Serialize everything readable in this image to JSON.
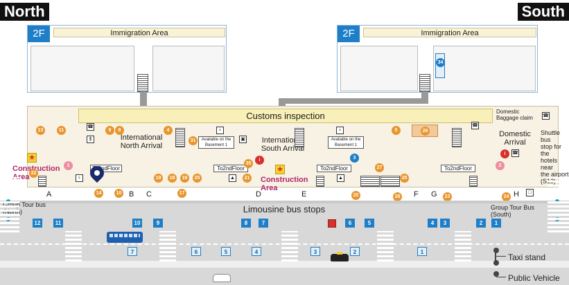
{
  "directions": {
    "north": "North",
    "south": "South"
  },
  "floor2": {
    "tag": "2F",
    "north_area": "Immigration Area",
    "south_area": "Immigration Area",
    "south_badge": "34"
  },
  "terminal": {
    "customs": "Customs  inspection",
    "domestic_baggage": "Domestic\nBaggage claim",
    "intl_north": "International\nNorth Arrival",
    "intl_south": "International\nSouth Arrival",
    "domestic_arrival": "Domestic\nArrival",
    "basement_note": "Available on the\nBasement 1",
    "to_2nd_floor": "To2ndFloor",
    "construction": "Construction\nArea",
    "shuttle": "Shuttle bus\nstop for the\nhotels near\nthe airport\n(S12)"
  },
  "gates": [
    "A",
    "B",
    "C",
    "D",
    "E",
    "F",
    "G",
    "H"
  ],
  "counters": [
    "13",
    "11",
    "9",
    "8",
    "4",
    "31",
    "35",
    "21",
    "26",
    "5",
    "27",
    "25",
    "22",
    "14",
    "10",
    "19",
    "18",
    "16",
    "25",
    "17",
    "20",
    "28",
    "23",
    "24"
  ],
  "info_markers": {
    "pink1": "1",
    "pink2": "2",
    "blue3": "3"
  },
  "road": {
    "limousine": "Limousine bus stops",
    "group_north": "Group Tour bus\n(North)",
    "group_south": "Group Tour Bus\n(South)",
    "taxi": "Taxi stand",
    "public_vehicle": "Public Vehicle"
  },
  "bus_stops_upper": [
    "12",
    "11",
    "10",
    "9",
    "8",
    "7",
    "6",
    "5",
    "4",
    "3",
    "2",
    "1"
  ],
  "bus_stops_lower": [
    "7",
    "6",
    "5",
    "4",
    "3",
    "2",
    "1"
  ],
  "colors": {
    "accent_blue": "#1e7fc8",
    "counter_orange": "#e8952c",
    "construction_pink": "#b0256a"
  }
}
